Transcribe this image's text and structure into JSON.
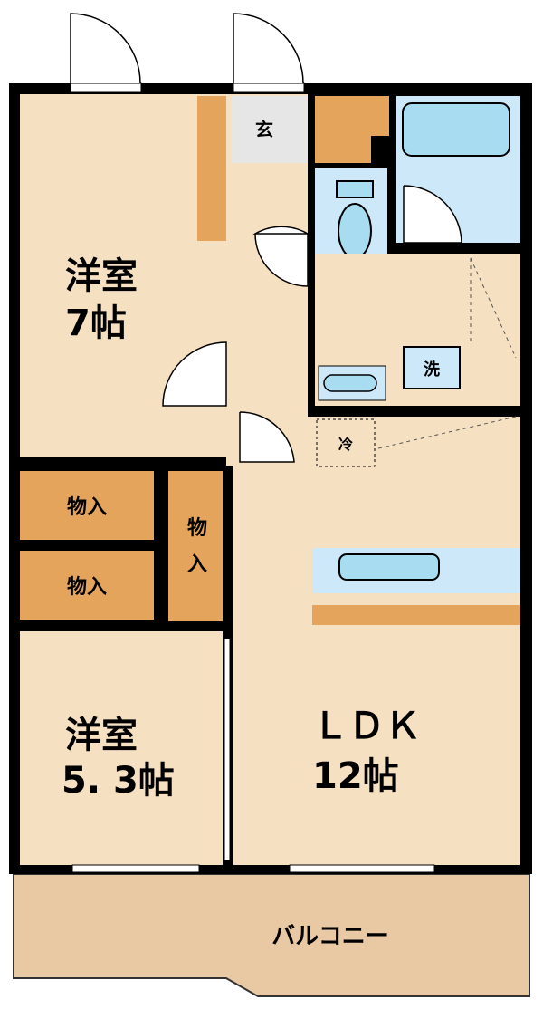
{
  "rooms": {
    "western1": {
      "name": "洋室",
      "size": "7帖"
    },
    "western2": {
      "name": "洋室",
      "size": "5. 3帖"
    },
    "ldk": {
      "name": "ＬＤＫ",
      "size": "12帖"
    },
    "entrance": "玄",
    "laundry": "洗",
    "fridge": "冷",
    "closet1": "物入",
    "closet2": "物入",
    "closet3_top": "物",
    "closet3_bottom": "入",
    "balcony": "バルコニー"
  },
  "colors": {
    "wall": "#000000",
    "floor": "#f6e0c2",
    "closet": "#e5a45c",
    "water": "#cde8f8",
    "fixture": "#a8dcf0",
    "balcony": "#e8c9a3"
  }
}
